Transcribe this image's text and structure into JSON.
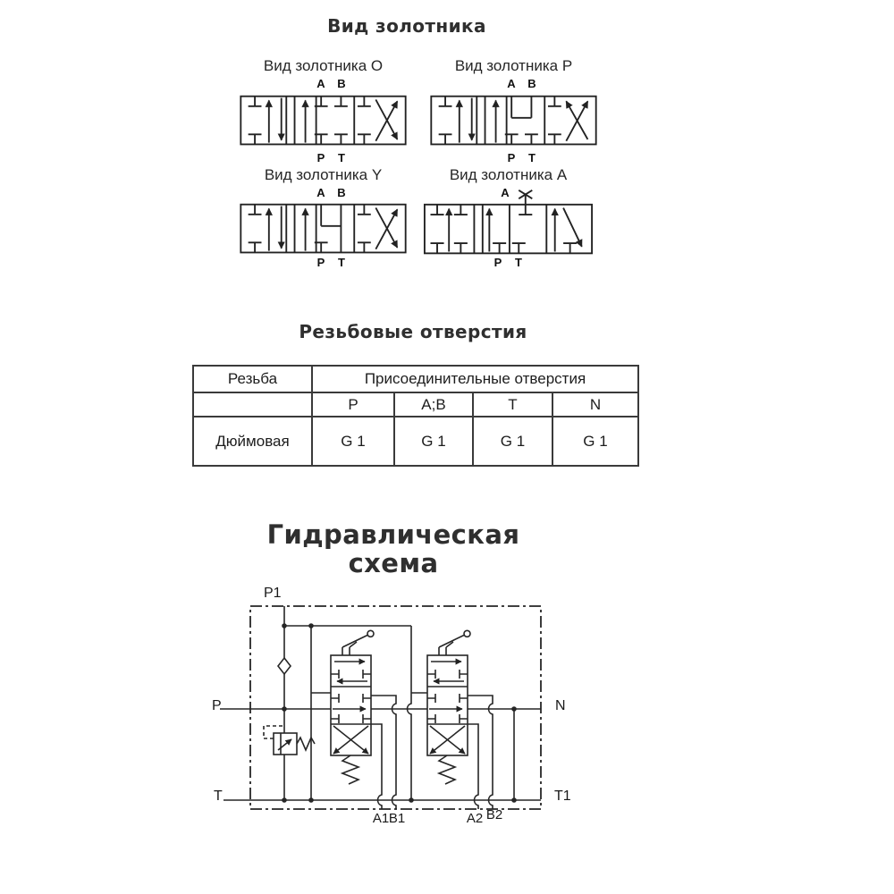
{
  "page": {
    "background": "#ffffff",
    "line_color": "#262626"
  },
  "spool_section": {
    "title": "Вид золотника",
    "diagrams": [
      {
        "title": "Вид золотника O",
        "top_a": "A",
        "top_b": "B",
        "bottom_p": "P",
        "bottom_t": "T"
      },
      {
        "title": "Вид золотника P",
        "top_a": "A",
        "top_b": "B",
        "bottom_p": "P",
        "bottom_t": "T"
      },
      {
        "title": "Вид золотника Y",
        "top_a": "A",
        "top_b": "B",
        "bottom_p": "P",
        "bottom_t": "T"
      },
      {
        "title": "Вид золотника A",
        "top_a": "A",
        "bottom_p": "P",
        "bottom_t": "T"
      }
    ]
  },
  "thread_section": {
    "title": "Резьбовые отверстия",
    "table": {
      "thread_col_header": "Резьба",
      "group_header": "Присоединительные отверстия",
      "port_headers": [
        "P",
        "A;B",
        "T",
        "N"
      ],
      "row_name": "Дюймовая",
      "row_values": [
        "G 1",
        "G 1",
        "G 1",
        "G 1"
      ]
    }
  },
  "schematic_section": {
    "title_line1": "Гидравлическая",
    "title_line2": "схема",
    "port_labels": {
      "p1": "P1",
      "p": "P",
      "n": "N",
      "t": "T",
      "t1": "T1",
      "a1": "A1",
      "b1": "B1",
      "a2": "A2",
      "b2": "B2"
    }
  }
}
